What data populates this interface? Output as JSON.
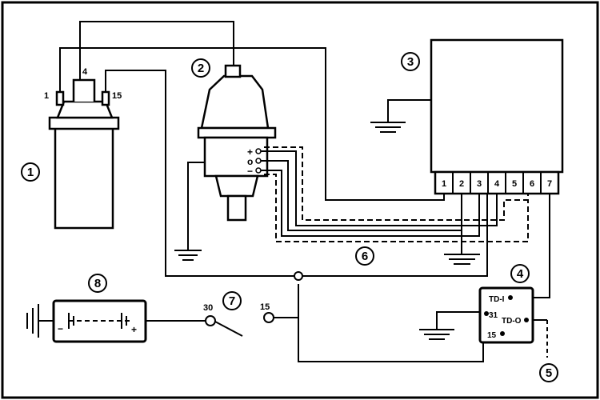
{
  "callouts": [
    "1",
    "2",
    "3",
    "4",
    "5",
    "6",
    "7",
    "8"
  ],
  "coil": {
    "terminals": [
      "1",
      "4",
      "15"
    ]
  },
  "distributor": {
    "signs": [
      "+",
      "o",
      "−"
    ]
  },
  "ecu": {
    "pins": [
      "1",
      "2",
      "3",
      "4",
      "5",
      "6",
      "7"
    ]
  },
  "module": {
    "labels": [
      "TD-I",
      "TD-O",
      "31",
      "15"
    ]
  },
  "switch": {
    "terminals": [
      "30",
      "15"
    ]
  },
  "battery": {
    "signs": [
      "−",
      "+"
    ]
  },
  "colors": {
    "line": "#000000",
    "background": "#ffffff"
  }
}
